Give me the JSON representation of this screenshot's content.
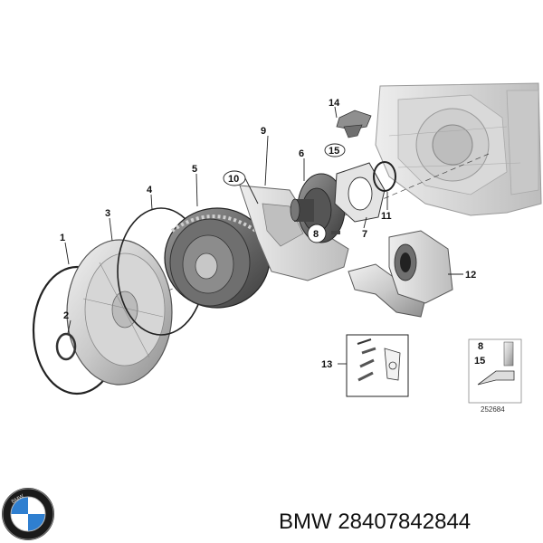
{
  "callouts": {
    "c1": "1",
    "c2": "2",
    "c3": "3",
    "c4": "4",
    "c5": "5",
    "c6": "6",
    "c7": "7",
    "c8": "8",
    "c9": "9",
    "c10": "10",
    "c11": "11",
    "c12": "12",
    "c13": "13",
    "c14": "14",
    "c15": "15"
  },
  "legend_box": {
    "line1": "8",
    "line2": "15",
    "code": "252684"
  },
  "brand": {
    "logo_letters": "BMW",
    "part_number": "BMW 28407842844"
  }
}
